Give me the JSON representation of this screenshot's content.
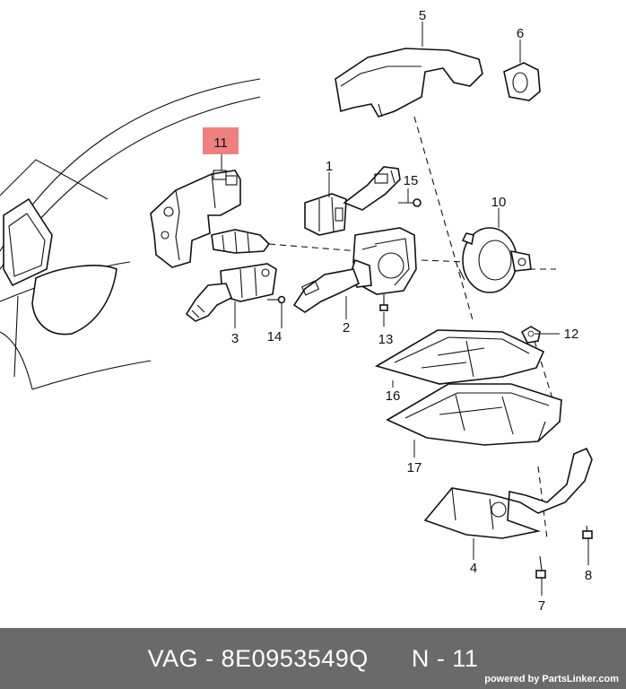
{
  "diagram": {
    "callouts": [
      "1",
      "2",
      "3",
      "4",
      "5",
      "6",
      "7",
      "8",
      "10",
      "11",
      "12",
      "13",
      "14",
      "15",
      "16",
      "17"
    ],
    "highlighted_callout": "11",
    "highlight_color": "#f08080"
  },
  "footer": {
    "brand": "VAG",
    "separator": " - ",
    "part_number": "8E0953549Q",
    "position_label": "N - 11",
    "powered_by": "powered by PartsLinker.com",
    "background_color": "#6a6a6a"
  }
}
